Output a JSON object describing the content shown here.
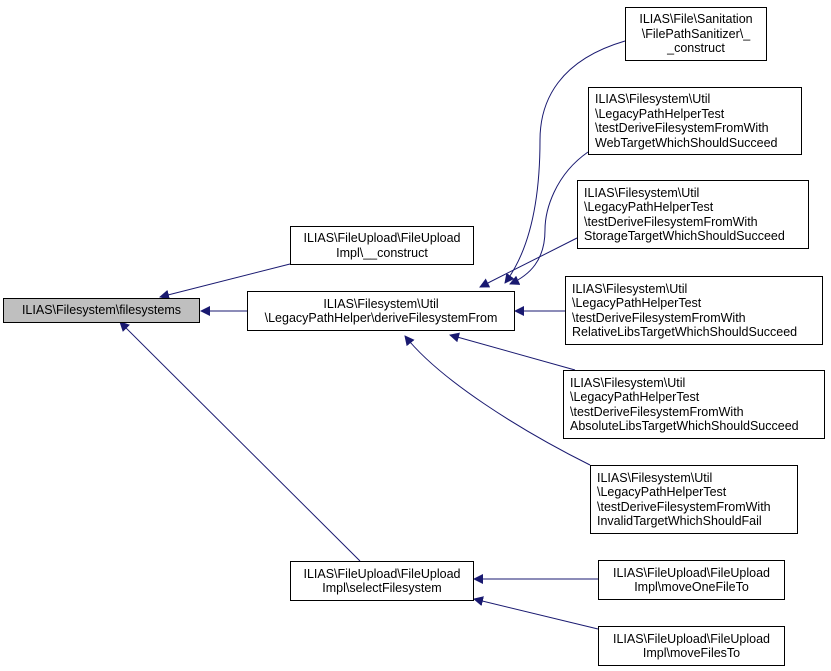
{
  "root": {
    "lines": [
      "ILIAS\\Filesystem\\filesystems"
    ]
  },
  "nodes": {
    "fileupload_construct": {
      "lines": [
        "ILIAS\\FileUpload\\FileUpload",
        "Impl\\__construct"
      ]
    },
    "derive": {
      "lines": [
        "ILIAS\\Filesystem\\Util",
        "\\LegacyPathHelper\\deriveFilesystemFrom"
      ]
    },
    "select_fs": {
      "lines": [
        "ILIAS\\FileUpload\\FileUpload",
        "Impl\\selectFilesystem"
      ]
    },
    "sanitizer": {
      "lines": [
        "ILIAS\\File\\Sanitation",
        "\\FilePathSanitizer\\_",
        "_construct"
      ]
    },
    "test_web": {
      "lines": [
        "ILIAS\\Filesystem\\Util",
        "\\LegacyPathHelperTest",
        "\\testDeriveFilesystemFromWith",
        "WebTargetWhichShouldSucceed"
      ]
    },
    "test_storage": {
      "lines": [
        "ILIAS\\Filesystem\\Util",
        "\\LegacyPathHelperTest",
        "\\testDeriveFilesystemFromWith",
        "StorageTargetWhichShouldSucceed"
      ]
    },
    "test_rellibs": {
      "lines": [
        "ILIAS\\Filesystem\\Util",
        "\\LegacyPathHelperTest",
        "\\testDeriveFilesystemFromWith",
        "RelativeLibsTargetWhichShouldSucceed"
      ]
    },
    "test_abslibs": {
      "lines": [
        "ILIAS\\Filesystem\\Util",
        "\\LegacyPathHelperTest",
        "\\testDeriveFilesystemFromWith",
        "AbsoluteLibsTargetWhichShouldSucceed"
      ]
    },
    "test_invalid": {
      "lines": [
        "ILIAS\\Filesystem\\Util",
        "\\LegacyPathHelperTest",
        "\\testDeriveFilesystemFromWith",
        "InvalidTargetWhichShouldFail"
      ]
    },
    "move_one": {
      "lines": [
        "ILIAS\\FileUpload\\FileUpload",
        "Impl\\moveOneFileTo"
      ]
    },
    "move_files": {
      "lines": [
        "ILIAS\\FileUpload\\FileUpload",
        "Impl\\moveFilesTo"
      ]
    }
  },
  "edge_color": "#191970"
}
